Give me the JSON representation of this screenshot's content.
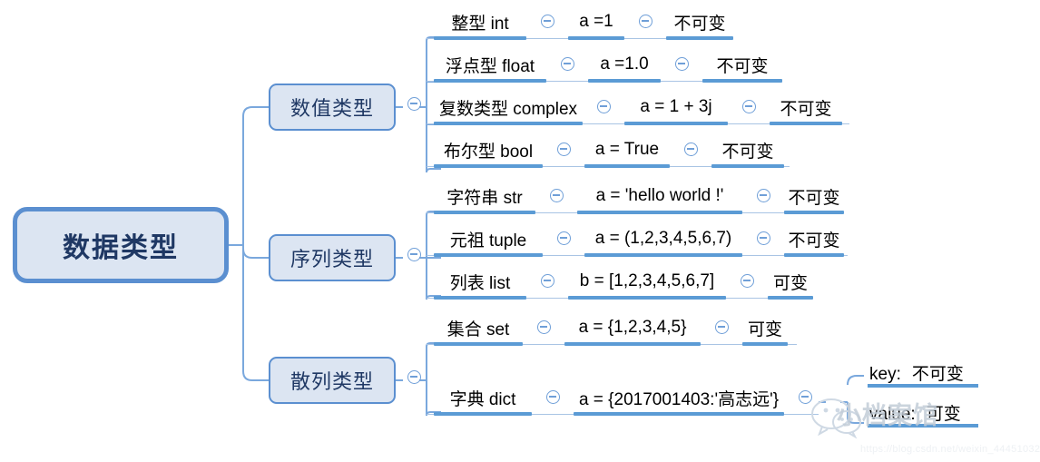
{
  "diagram": {
    "title": "数据类型",
    "root": {
      "label": "数据类型"
    },
    "categories": [
      {
        "id": "numeric",
        "label": "数值类型"
      },
      {
        "id": "sequence",
        "label": "序列类型"
      },
      {
        "id": "hash",
        "label": "散列类型"
      }
    ],
    "rows": [
      {
        "category": "numeric",
        "name": "整型  int",
        "example": "a =1",
        "mutability": "不可变"
      },
      {
        "category": "numeric",
        "name": "浮点型  float",
        "example": "a =1.0",
        "mutability": "不可变"
      },
      {
        "category": "numeric",
        "name": "复数类型  complex",
        "example": "a = 1 + 3j",
        "mutability": "不可变"
      },
      {
        "category": "numeric",
        "name": "布尔型  bool",
        "example": "a = True",
        "mutability": "不可变"
      },
      {
        "category": "sequence",
        "name": "字符串  str",
        "example": "a = 'hello world !'",
        "mutability": "不可变"
      },
      {
        "category": "sequence",
        "name": "元祖  tuple",
        "example": "a = (1,2,3,4,5,6,7)",
        "mutability": "不可变"
      },
      {
        "category": "sequence",
        "name": "列表  list",
        "example": "b = [1,2,3,4,5,6,7]",
        "mutability": "可变"
      },
      {
        "category": "hash",
        "name": "集合  set",
        "example": "a = {1,2,3,4,5}",
        "mutability": "可变"
      },
      {
        "category": "hash",
        "name": "字典  dict",
        "example": "a = {2017001403:'高志远'}",
        "mutability": ""
      }
    ],
    "dict_detail": [
      {
        "key_label": "key:",
        "value": "不可变"
      },
      {
        "key_label": "value:",
        "value": "可变"
      }
    ],
    "toggle_icon": "collapse-minus-icon",
    "colors": {
      "node_fill": "#dce5f2",
      "node_border": "#5b8fd0",
      "root_text": "#1f3864",
      "bar": "#5b9bd5",
      "connector": "#7aa8dd",
      "leaf_text": "#000000"
    }
  },
  "watermark": {
    "brand": "小档案馆",
    "url": "https://blog.csdn.net/weixin_44451032"
  }
}
